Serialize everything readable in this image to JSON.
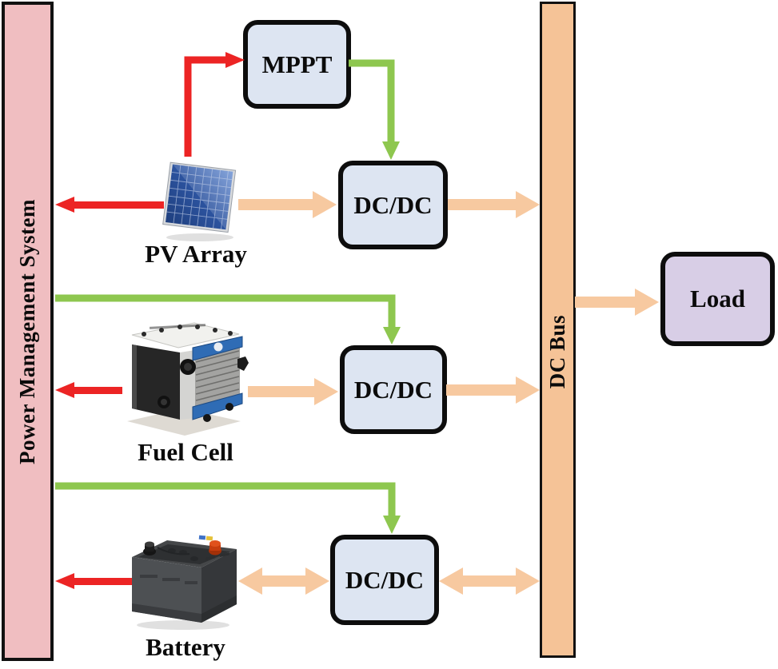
{
  "pms": {
    "label": "Power Management System"
  },
  "dc_bus": {
    "label": "DC Bus"
  },
  "mppt": {
    "label": "MPPT"
  },
  "converters": [
    {
      "label": "DC/DC"
    },
    {
      "label": "DC/DC"
    },
    {
      "label": "DC/DC"
    }
  ],
  "load": {
    "label": "Load"
  },
  "sources": {
    "pv": {
      "label": "PV Array"
    },
    "fuel_cell": {
      "label": "Fuel Cell"
    },
    "battery": {
      "label": "Battery"
    }
  },
  "colors": {
    "pms_fill": "#f0bec1",
    "dc_bus_fill": "#f5c397",
    "converter_fill": "#dde5f2",
    "load_fill": "#d8cee6",
    "power_flow_arrow": "#f7c9a0",
    "control_signal_arrow": "#8ec74f",
    "measurement_arrow": "#ec2424",
    "outline": "#0d0d0d"
  },
  "connections": [
    {
      "from": "PV Array",
      "to": "MPPT",
      "type": "measurement",
      "color": "red",
      "bidirectional": false
    },
    {
      "from": "PV Array",
      "to": "Power Management System",
      "type": "measurement",
      "color": "red",
      "bidirectional": false
    },
    {
      "from": "Fuel Cell",
      "to": "Power Management System",
      "type": "measurement",
      "color": "red",
      "bidirectional": false
    },
    {
      "from": "Battery",
      "to": "Power Management System",
      "type": "measurement",
      "color": "red",
      "bidirectional": false
    },
    {
      "from": "MPPT",
      "to": "DC/DC (PV)",
      "type": "control",
      "color": "green",
      "bidirectional": false
    },
    {
      "from": "Power Management System",
      "to": "DC/DC (Fuel Cell)",
      "type": "control",
      "color": "green",
      "bidirectional": false
    },
    {
      "from": "Power Management System",
      "to": "DC/DC (Battery)",
      "type": "control",
      "color": "green",
      "bidirectional": false
    },
    {
      "from": "PV Array",
      "to": "DC/DC (PV)",
      "type": "power",
      "color": "orange",
      "bidirectional": false
    },
    {
      "from": "DC/DC (PV)",
      "to": "DC Bus",
      "type": "power",
      "color": "orange",
      "bidirectional": false
    },
    {
      "from": "Fuel Cell",
      "to": "DC/DC (Fuel Cell)",
      "type": "power",
      "color": "orange",
      "bidirectional": false
    },
    {
      "from": "DC/DC (Fuel Cell)",
      "to": "DC Bus",
      "type": "power",
      "color": "orange",
      "bidirectional": false
    },
    {
      "from": "Battery",
      "to": "DC/DC (Battery)",
      "type": "power",
      "color": "orange",
      "bidirectional": true
    },
    {
      "from": "DC/DC (Battery)",
      "to": "DC Bus",
      "type": "power",
      "color": "orange",
      "bidirectional": true
    },
    {
      "from": "DC Bus",
      "to": "Load",
      "type": "power",
      "color": "orange",
      "bidirectional": false
    }
  ]
}
